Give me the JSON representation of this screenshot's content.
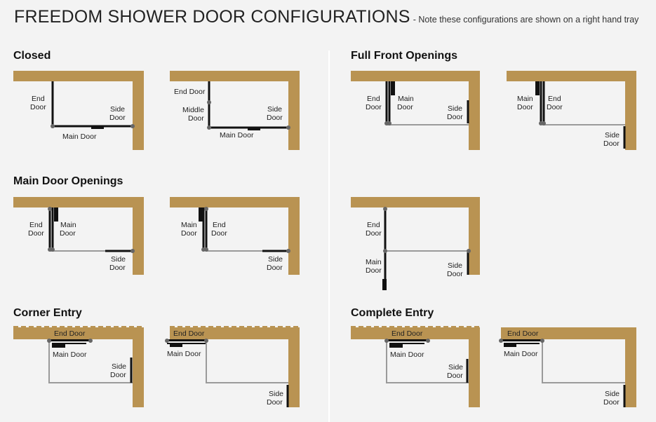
{
  "page": {
    "title": "FREEDOM SHOWER DOOR CONFIGURATIONS",
    "note": "- Note these configurations are shown on a right hand tray"
  },
  "sections": {
    "closed": "Closed",
    "full_front": "Full Front Openings",
    "main_door_openings": "Main Door Openings",
    "corner_entry": "Corner Entry",
    "complete_entry": "Complete Entry"
  },
  "labels": {
    "end_door": "End Door",
    "end": "End",
    "door": "Door",
    "main": "Main",
    "main_door": "Main Door",
    "side": "Side",
    "middle": "Middle",
    "middle_door": "Middle Door",
    "side_door": "Side Door"
  },
  "colors": {
    "wall": "#b99352",
    "glass": "#9a9a9a",
    "door": "#111111",
    "pivot": "#666666",
    "background": "#f3f3f3"
  }
}
